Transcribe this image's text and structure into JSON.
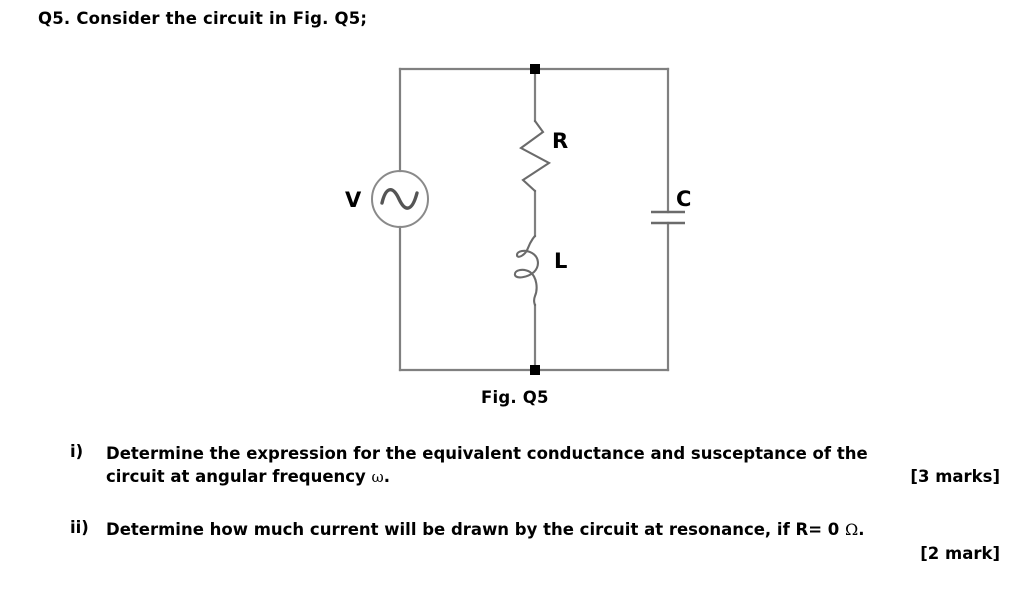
{
  "question": {
    "heading": "Q5. Consider the circuit in Fig. Q5;"
  },
  "figure": {
    "caption": "Fig. Q5",
    "labels": {
      "source": "V",
      "resistor": "R",
      "inductor": "L",
      "capacitor": "C"
    },
    "colors": {
      "wire": "#808080",
      "node": "#000000",
      "component": "#6b6b6b",
      "text": "#000000"
    }
  },
  "subquestions": [
    {
      "marker": "i)",
      "line1": "Determine the expression for the equivalent conductance and susceptance of the",
      "line2_before": "circuit at angular frequency ",
      "omega": "ω",
      "line2_after": ".",
      "marks": "[3 marks]"
    },
    {
      "marker": "ii)",
      "line1_before": "Determine how much current will be drawn by the circuit at resonance, if R= 0 ",
      "omega": "Ω",
      "line1_after": ".",
      "marks": "[2 mark]"
    }
  ]
}
